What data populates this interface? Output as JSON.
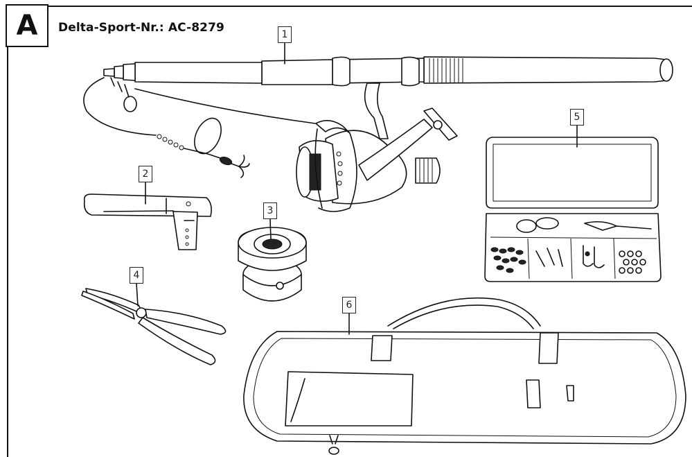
{
  "section": {
    "letter": "A"
  },
  "header": {
    "model": "Delta-Sport-Nr.: AC-8279"
  },
  "callouts": [
    "1",
    "2",
    "3",
    "4",
    "5",
    "6"
  ]
}
